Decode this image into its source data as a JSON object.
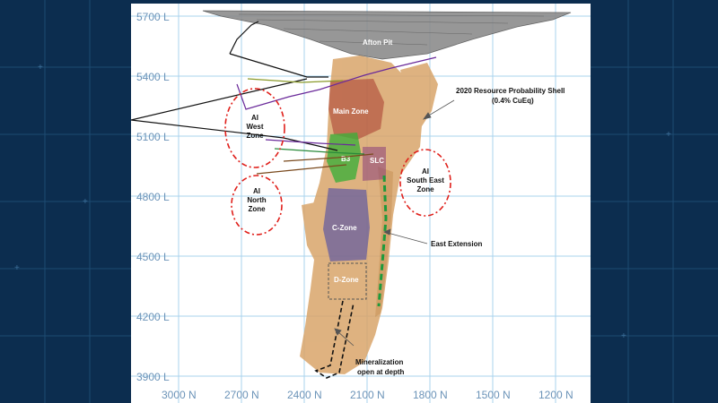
{
  "section": {
    "elevations": [
      "5700 L",
      "5400 L",
      "5100 L",
      "4800 L",
      "4500 L",
      "4200 L",
      "3900 L"
    ],
    "northings": [
      "3000 N",
      "2700 N",
      "2400 N",
      "2100 N",
      "1800 N",
      "1500 N",
      "1200 N"
    ],
    "labels": {
      "afton_pit": "Afton Pit",
      "main_zone": "Main Zone",
      "b3": "B3",
      "slc": "SLC",
      "c_zone": "C-Zone",
      "d_zone": "D-Zone",
      "ai_west": [
        "AI",
        "West",
        "Zone"
      ],
      "ai_north": [
        "AI",
        "North",
        "Zone"
      ],
      "ai_south_east": [
        "AI",
        "South East",
        "Zone"
      ],
      "shell": [
        "2020 Resource Probability Shell",
        "(0.4% CuEq)"
      ],
      "east_extension": "East Extension",
      "mineralization": [
        "Mineralization",
        "open at depth"
      ]
    }
  },
  "colors": {
    "background": "#0c2d4f",
    "grid": "#a9d3ee",
    "axis_text": "#6b93b8",
    "shell": "#d9a56a",
    "red_ellipse": "#e0201b",
    "green_dash": "#1e9a3c"
  }
}
